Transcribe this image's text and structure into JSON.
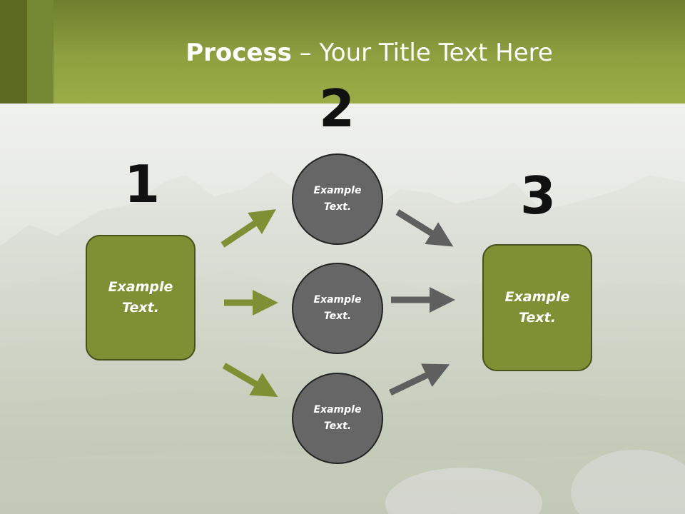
{
  "title": {
    "bold": "Process",
    "rest": " – Your Title Text Here"
  },
  "steps": {
    "one": "1",
    "two": "2",
    "three": "3"
  },
  "nodes": {
    "start_box": "Example\nText.",
    "circle_top": "Example\nText.",
    "circle_middle": "Example\nText.",
    "circle_bottom": "Example\nText.",
    "end_box": "Example\nText."
  },
  "colors": {
    "header_green": "#8ea03f",
    "box_green": "#7f9034",
    "circle_gray": "#666666",
    "arrow_green": "#7f9034",
    "arrow_gray": "#5f5f5f"
  }
}
